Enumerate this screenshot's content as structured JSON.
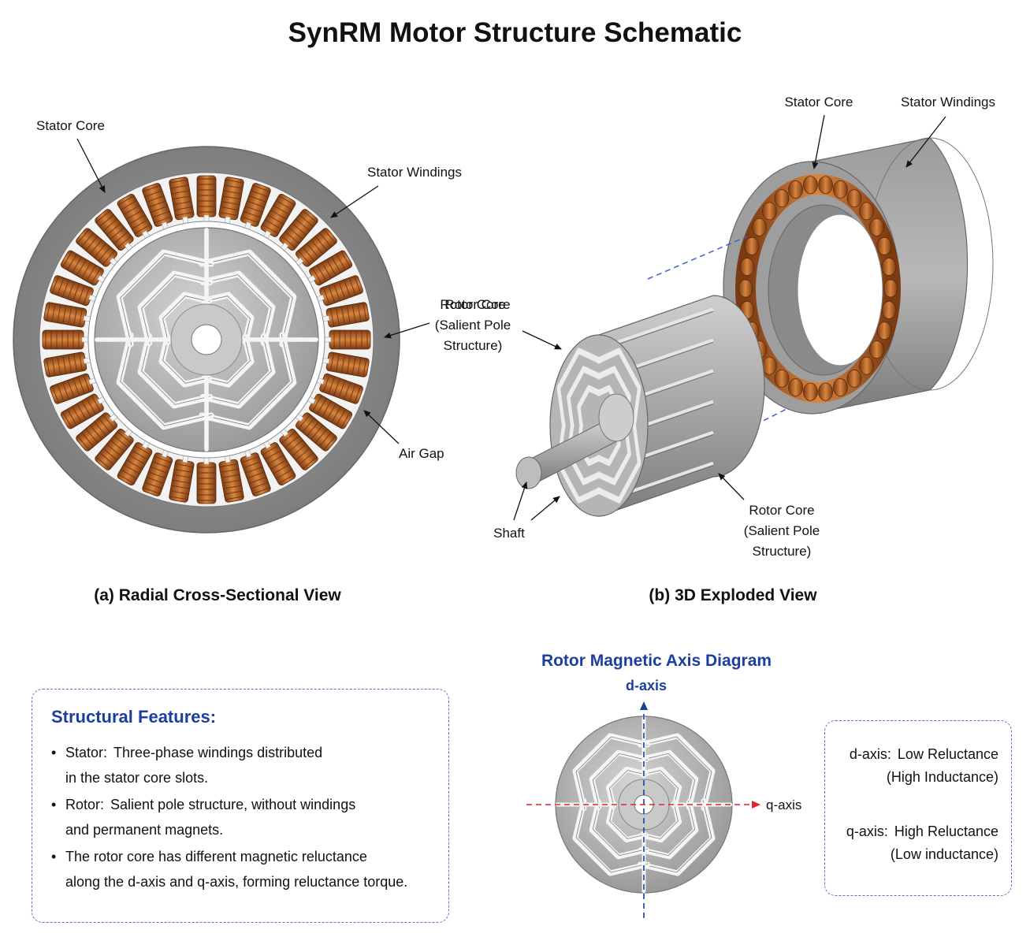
{
  "title": "SynRM Motor Structure Schematic",
  "left_view": {
    "caption": "(a) Radial Cross-Sectional View",
    "labels": {
      "stator_core": "Stator Core",
      "stator_windings": "Stator Windings",
      "rotor_core_1": "Rotor Core",
      "rotor_core_2": "(Salient Pole",
      "rotor_core_3": "Structure)",
      "air_gap": "Air Gap"
    }
  },
  "right_view": {
    "caption": "(b) 3D Exploded View",
    "labels": {
      "stator_core": "Stator Core",
      "stator_windings": "Stator Windings",
      "rotor_core_top_1": "Rotor Core",
      "rotor_core_top_2": "(Salient Pole",
      "rotor_core_top_3": "Structure)",
      "rotor_core_bottom_1": "Rotor Core",
      "rotor_core_bottom_2": "(Salient Pole",
      "rotor_core_bottom_3": "Structure)",
      "shaft": "Shaft"
    }
  },
  "features": {
    "heading": "Structural Features:",
    "items": [
      {
        "key": "Stator:",
        "line1": "Three-phase windings distributed",
        "line2": "in the stator core slots."
      },
      {
        "key": "Rotor:",
        "line1": "Salient pole structure, without windings",
        "line2": "and permanent magnets."
      },
      {
        "key": "",
        "line1": "The rotor core has different magnetic reluctance",
        "line2": "along the d-axis and q-axis, forming reluctance torque."
      }
    ]
  },
  "axis_diagram": {
    "title": "Rotor Magnetic Axis Diagram",
    "d_axis_label": "d-axis",
    "q_axis_label": "q-axis",
    "d_axis_color": "#1c3f9f",
    "q_axis_color": "#e0242a",
    "legend": {
      "d_key": "d-axis:",
      "d_line1": "Low Reluctance",
      "d_line2": "(High Inductance)",
      "q_key": "q-axis:",
      "q_line1": "High Reluctance",
      "q_line2": "(Low inductance)"
    }
  },
  "colors": {
    "copper": "#b5602a",
    "steel": "#8e8e8e",
    "accent_blue": "#1c3f9f"
  }
}
